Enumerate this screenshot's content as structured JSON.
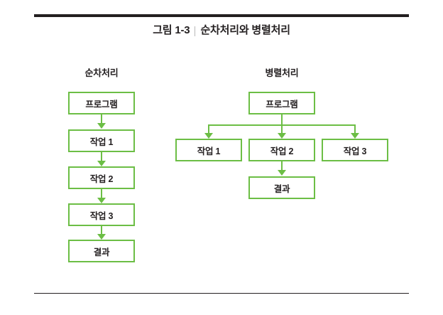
{
  "figure": {
    "title_number": "그림 1-3",
    "title_separator": "|",
    "title_text": "순차처리와 병렬처리",
    "accent_color": "#6cbe45",
    "rule_color": "#231f20",
    "text_color": "#231f20",
    "background_color": "#ffffff"
  },
  "columns": [
    {
      "caption": "순차처리"
    },
    {
      "caption": "병렬처리"
    }
  ],
  "sequential": {
    "caption": "순차처리",
    "nodes": [
      {
        "label": "프로그램"
      },
      {
        "label": "작업 1"
      },
      {
        "label": "작업 2"
      },
      {
        "label": "작업 3"
      },
      {
        "label": "결과"
      }
    ]
  },
  "parallel": {
    "caption": "병렬처리",
    "root": {
      "label": "프로그램"
    },
    "tasks": [
      {
        "label": "작업 1"
      },
      {
        "label": "작업 2"
      },
      {
        "label": "작업 3"
      }
    ],
    "result": {
      "label": "결과"
    }
  }
}
